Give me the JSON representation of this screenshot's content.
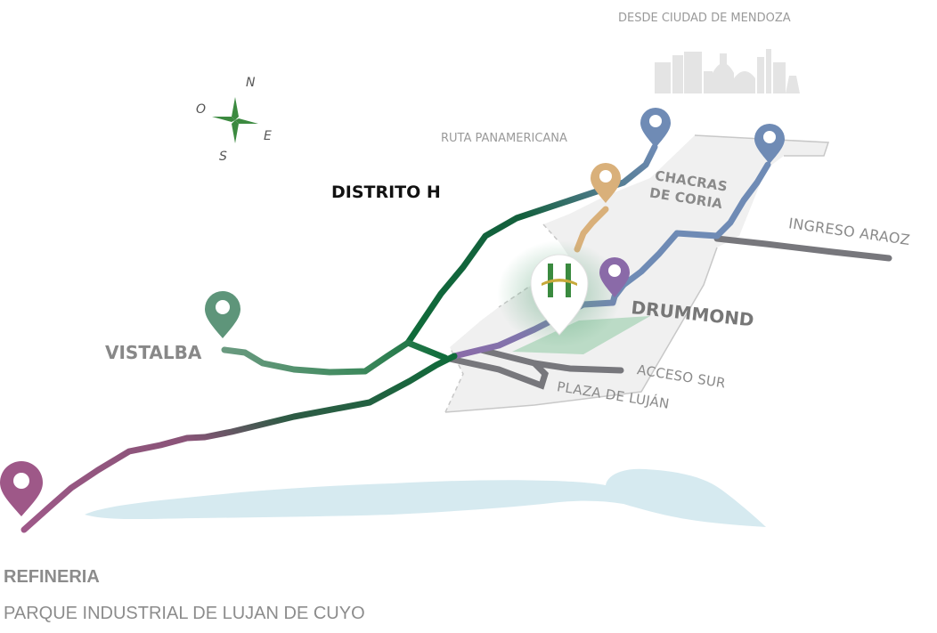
{
  "map": {
    "title": "DISTRITO H",
    "compass": {
      "north": "N",
      "east": "E",
      "south": "S",
      "west": "O"
    },
    "city_caption": "DESDE CIUDAD DE MENDOZA",
    "labels": {
      "ruta_panamericana": "RUTA PANAMERICANA",
      "chacras_line1": "CHACRAS",
      "chacras_line2": "DE CORIA",
      "ingreso_araoz": "INGRESO ARAOZ",
      "drummond": "DRUMMOND",
      "acceso_sur": "ACCESO SUR",
      "plaza_lujan": "PLAZA DE LUJÁN",
      "vistalba": "VISTALBA"
    },
    "logo_letter": "H",
    "colors": {
      "green_route": "#0f6b3a",
      "vistalba": "#5a9276",
      "refineria": "#a05a86",
      "blue_route": "#6f8bb5",
      "tan_route": "#d9b07a",
      "purple_route": "#8a6aa8",
      "gray_road": "#77777c",
      "river": "#d6eaf0",
      "area": "#f0f0f0"
    }
  },
  "footer": {
    "refineria": "REFINERIA",
    "parque": "PARQUE INDUSTRIAL DE LUJAN DE CUYO"
  }
}
